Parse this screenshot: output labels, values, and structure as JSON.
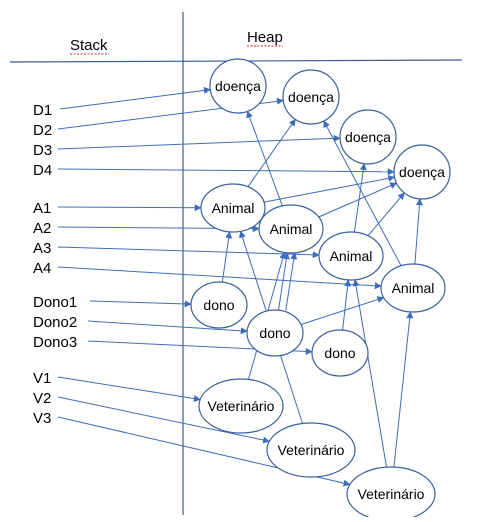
{
  "columns": {
    "stack": "Stack",
    "heap": "Heap"
  },
  "stack_vars": [
    "D1",
    "D2",
    "D3",
    "D4",
    "A1",
    "A2",
    "A3",
    "A4",
    "Dono1",
    "Dono2",
    "Dono3",
    "V1",
    "V2",
    "V3"
  ],
  "heap_nodes": [
    {
      "id": "doenca1",
      "label": "doença"
    },
    {
      "id": "doenca2",
      "label": "doença"
    },
    {
      "id": "doenca3",
      "label": "doença"
    },
    {
      "id": "doenca4",
      "label": "doença"
    },
    {
      "id": "animal1",
      "label": "Animal"
    },
    {
      "id": "animal2",
      "label": "Animal"
    },
    {
      "id": "animal3",
      "label": "Animal"
    },
    {
      "id": "animal4",
      "label": "Animal"
    },
    {
      "id": "dono1",
      "label": "dono"
    },
    {
      "id": "dono2",
      "label": "dono"
    },
    {
      "id": "dono3",
      "label": "dono"
    },
    {
      "id": "vet1",
      "label": "Veterinário"
    },
    {
      "id": "vet2",
      "label": "Veterinário"
    },
    {
      "id": "vet3",
      "label": "Veterinário"
    }
  ],
  "stack_refs": [
    [
      "D1",
      "doenca1"
    ],
    [
      "D2",
      "doenca2"
    ],
    [
      "D3",
      "doenca3"
    ],
    [
      "D4",
      "doenca4"
    ],
    [
      "A1",
      "animal1"
    ],
    [
      "A2",
      "animal2"
    ],
    [
      "A3",
      "animal3"
    ],
    [
      "A4",
      "animal4"
    ],
    [
      "Dono1",
      "dono1"
    ],
    [
      "Dono2",
      "dono2"
    ],
    [
      "Dono3",
      "dono3"
    ],
    [
      "V1",
      "vet1"
    ],
    [
      "V2",
      "vet2"
    ],
    [
      "V3",
      "vet3"
    ]
  ],
  "heap_refs": [
    [
      "animal1",
      "doenca2"
    ],
    [
      "animal2",
      "doenca1"
    ],
    [
      "animal3",
      "doenca3"
    ],
    [
      "animal4",
      "doenca4"
    ],
    [
      "animal4",
      "doenca2"
    ],
    [
      "animal1",
      "doenca4"
    ],
    [
      "animal2",
      "doenca4"
    ],
    [
      "animal3",
      "doenca4"
    ],
    [
      "dono1",
      "animal1"
    ],
    [
      "dono2",
      "animal2"
    ],
    [
      "dono2",
      "animal2"
    ],
    [
      "dono2",
      "animal4"
    ],
    [
      "dono3",
      "animal3"
    ],
    [
      "vet1",
      "animal2"
    ],
    [
      "vet2",
      "animal1"
    ],
    [
      "vet3",
      "animal3"
    ],
    [
      "vet3",
      "animal4"
    ]
  ],
  "colors": {
    "stroke": "#3a5f9e",
    "line": "#3f6cb8"
  }
}
